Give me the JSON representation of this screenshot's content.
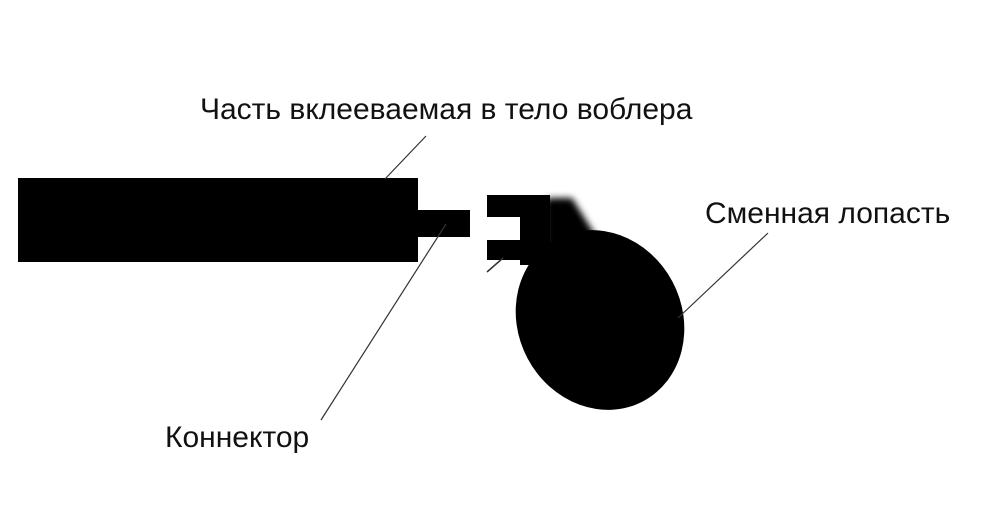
{
  "labels": {
    "body_part": "Часть вклееваемая в тело воблера",
    "replaceable_blade": "Сменная лопасть",
    "connector": "Коннектор"
  },
  "colors": {
    "ink": "#000000",
    "line": "#333333",
    "text": "#111111",
    "background": "#ffffff"
  }
}
